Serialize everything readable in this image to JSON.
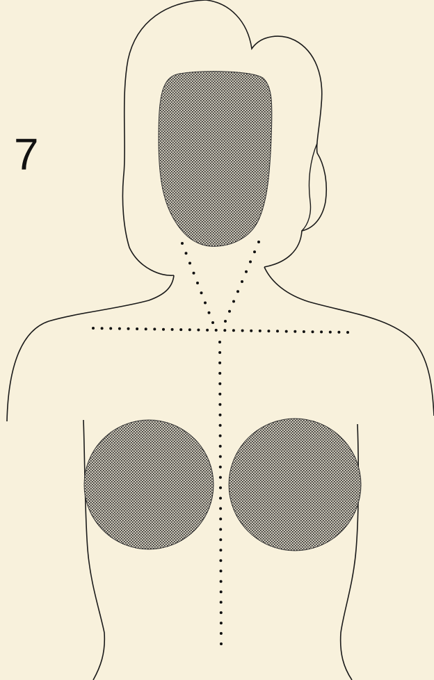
{
  "figure": {
    "number": "7"
  },
  "colors": {
    "background": "#f8f1dc",
    "line": "#1a1a1a",
    "shade_dot": "#1c1c1c",
    "shade_base": "#c9c4b6"
  },
  "icons": {
    "head": "face-oval-shaded",
    "hair": "hair-outline",
    "breasts": "shaded-circles",
    "guides": "dotted-lines"
  }
}
